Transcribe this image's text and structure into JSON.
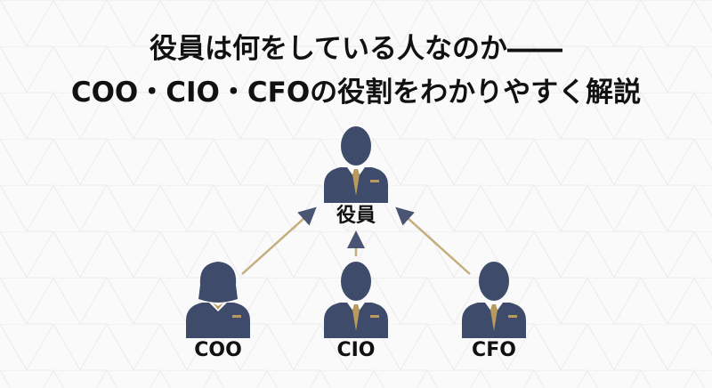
{
  "title": {
    "line1": "役員は何をしている人なのか――",
    "line2": "COO・CIO・CFOの役割をわかりやすく解説"
  },
  "nodes": {
    "executive": "役員",
    "coo": "COO",
    "cio": "CIO",
    "cfo": "CFO"
  },
  "colors": {
    "figure": "#3e4b6b",
    "tie": "#b89a5c",
    "arrow_gold": "#c5ad7c",
    "arrow_slate": "#4a5574",
    "text": "#111111"
  },
  "icons": {
    "person_male": "businessman-icon",
    "person_female": "businesswoman-icon"
  }
}
